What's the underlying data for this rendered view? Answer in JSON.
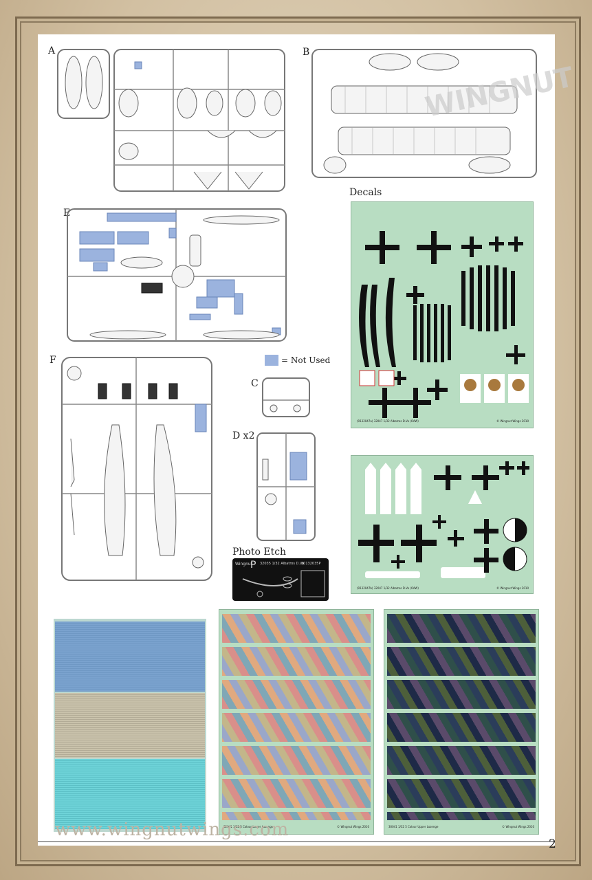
{
  "labels": {
    "a": "A",
    "b": "B",
    "e": "E",
    "f": "F",
    "c": "C",
    "dx2": "D x2",
    "decals": "Decals",
    "photo_etch": "Photo Etch",
    "not_used": "= Not Used"
  },
  "photo_etch": {
    "logo": "Wingnut",
    "part_code": "P",
    "title": "32035 1/32 Albatros D.Va",
    "code": "30132035P"
  },
  "decal_sheet_1": {
    "footer_left": "(9132047a) 32047 1/32 Albatros D.Va (OAW)",
    "footer_right": "© Wingnut Wings 2010"
  },
  "decal_sheet_2": {
    "footer_left": "(9132047b) 32047 1/32 Albatros D.Va (OAW)",
    "footer_right": "© Wingnut Wings 2010"
  },
  "lozenge_sheet_1": {
    "footer_left": "32041 1/32 5 Colour Lower Lozenge",
    "footer_right": "© Wingnut Wings 2010"
  },
  "lozenge_sheet_2": {
    "footer_left": "30041 1/32 5 Colour Upper Lozenge",
    "footer_right": "© Wingnut Wings 2010"
  },
  "footer": {
    "url": "www.wingnutwings.com",
    "page_number": "2"
  },
  "colors": {
    "not_used_blue": "#9bb3de",
    "decal_green": "#b8ddc2",
    "frame_brown": "#7d6a4f"
  }
}
